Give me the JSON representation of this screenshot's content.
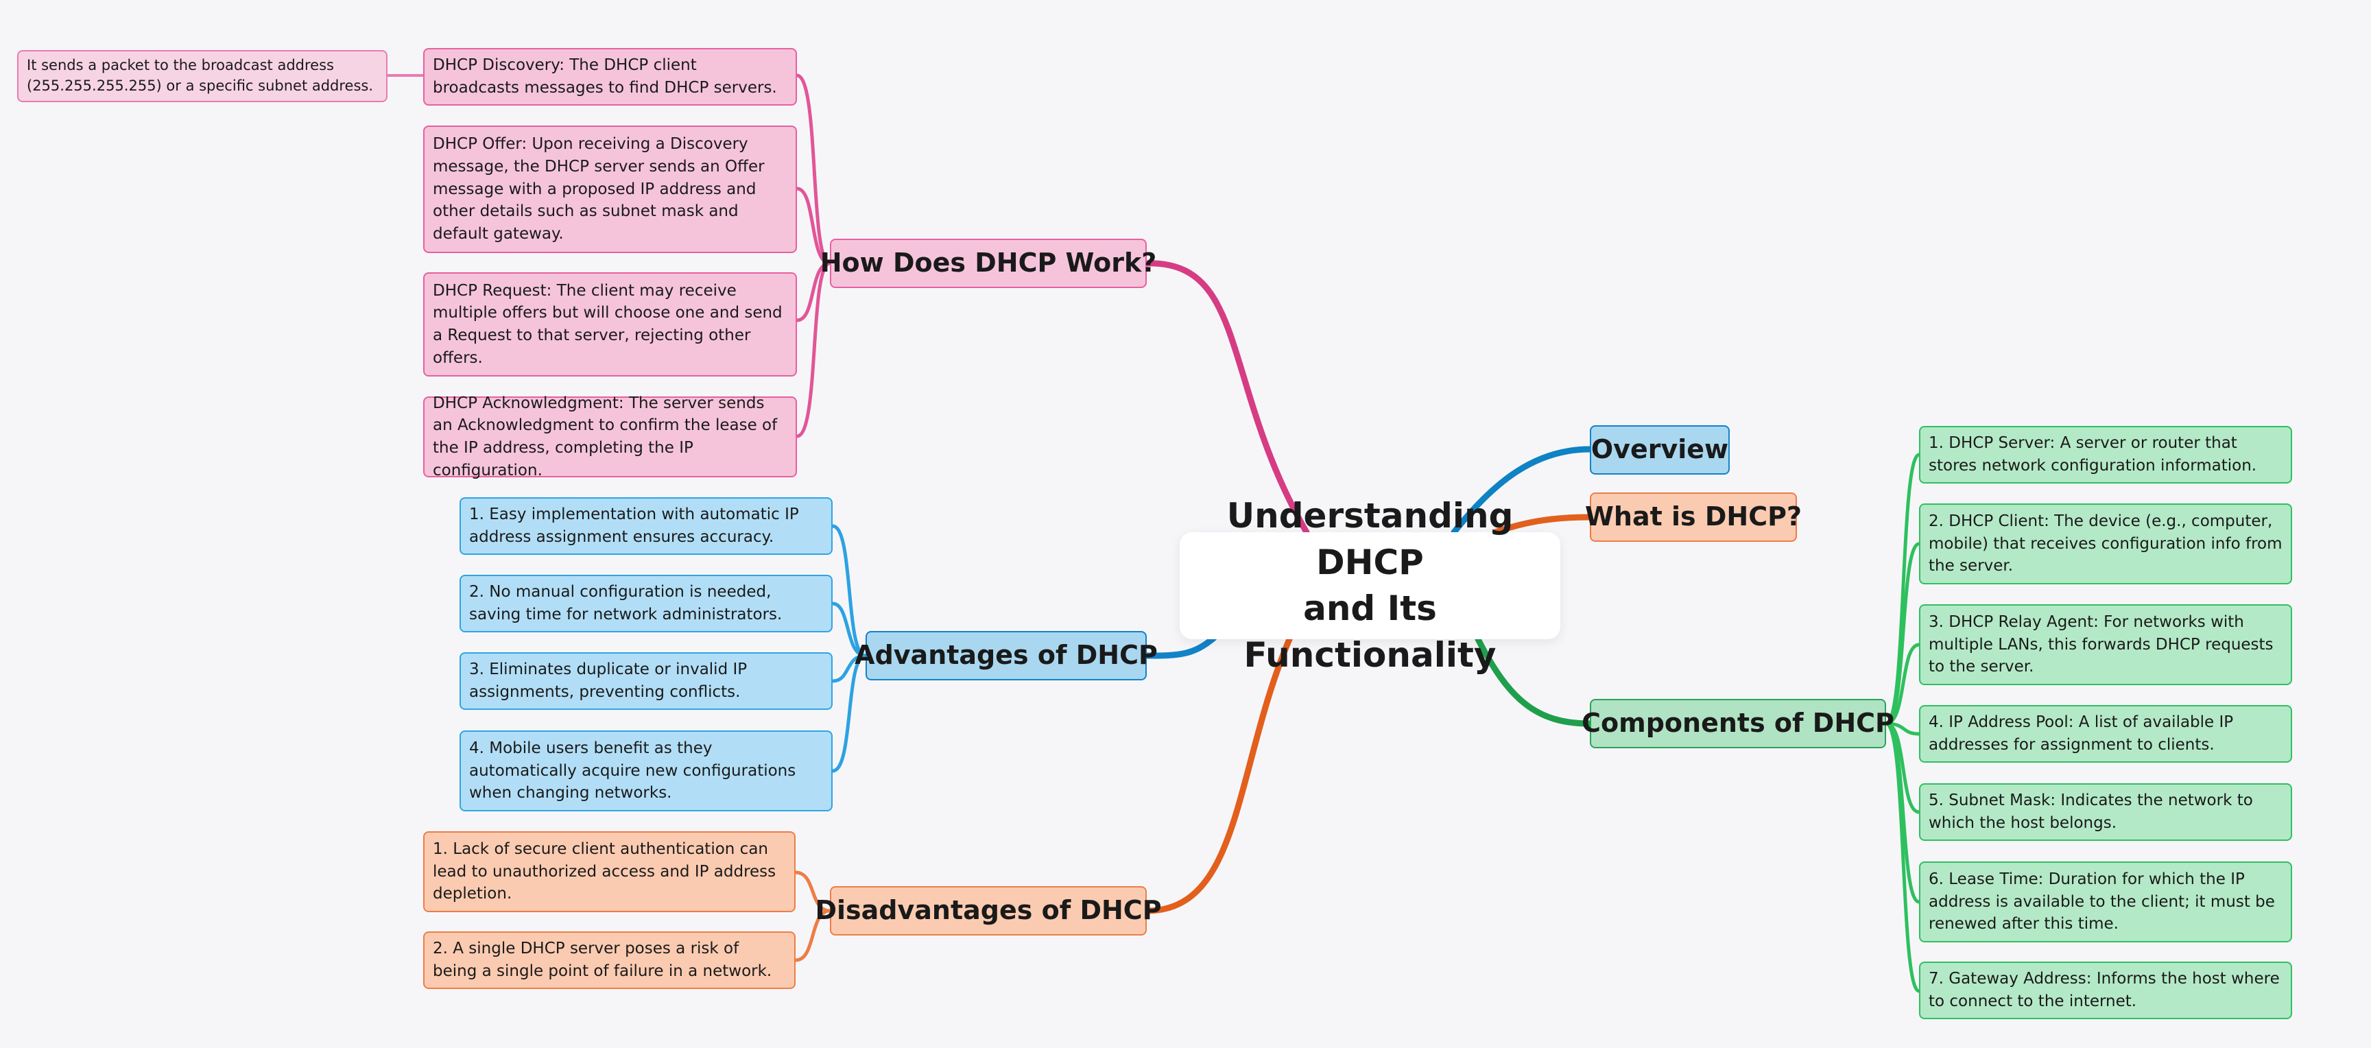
{
  "central": {
    "title_line1": "Understanding DHCP",
    "title_line2": "and Its Functionality"
  },
  "branches": {
    "how": {
      "label": "How Does DHCP Work?",
      "items": [
        "DHCP Discovery: The DHCP client broadcasts messages to find DHCP servers.",
        "DHCP Offer: Upon receiving a Discovery message, the DHCP server sends an Offer message with a proposed IP address and other details such as subnet mask and default gateway.",
        "DHCP Request: The client may receive multiple offers but will choose one and send a Request to that server, rejecting other offers.",
        "DHCP Acknowledgment: The server sends an Acknowledgment to confirm the lease of the IP address, completing the IP configuration."
      ],
      "discovery_note": "It sends a packet to the broadcast address (255.255.255.255) or a specific subnet address."
    },
    "advantages": {
      "label": "Advantages of DHCP",
      "items": [
        "1. Easy implementation with automatic IP address assignment ensures accuracy.",
        "2. No manual configuration is needed, saving time for network administrators.",
        "3. Eliminates duplicate or invalid IP assignments, preventing conflicts.",
        "4. Mobile users benefit as they automatically acquire new configurations when changing networks."
      ]
    },
    "disadvantages": {
      "label": "Disadvantages of DHCP",
      "items": [
        "1. Lack of secure client authentication can lead to unauthorized access and IP address depletion.",
        "2. A single DHCP server poses a risk of being a single point of failure in a network."
      ]
    },
    "overview": {
      "label": "Overview"
    },
    "what_is": {
      "label": "What is DHCP?"
    },
    "components": {
      "label": "Components of DHCP",
      "items": [
        "1. DHCP Server: A server or router that stores network configuration information.",
        "2. DHCP Client: The device (e.g., computer, mobile) that receives configuration info from the server.",
        "3. DHCP Relay Agent: For networks with multiple LANs, this forwards DHCP requests to the server.",
        "4. IP Address Pool: A list of available IP addresses for assignment to clients.",
        "5. Subnet Mask: Indicates the network to which the host belongs.",
        "6. Lease Time: Duration for which the IP address is available to the client; it must be renewed after this time.",
        "7. Gateway Address: Informs the host where to connect to the internet."
      ]
    }
  },
  "colors": {
    "how": "#d63c84",
    "advantages": "#1283c8",
    "disadvantages": "#e35f1c",
    "overview": "#0f82c4",
    "what_is": "#e2601e",
    "components": "#1f9f4b",
    "advantages_leaf": "#2ca2e2",
    "components_leaf": "#2ec05e",
    "how_leaf": "#e25598",
    "disadvantages_leaf": "#ee7d45"
  }
}
